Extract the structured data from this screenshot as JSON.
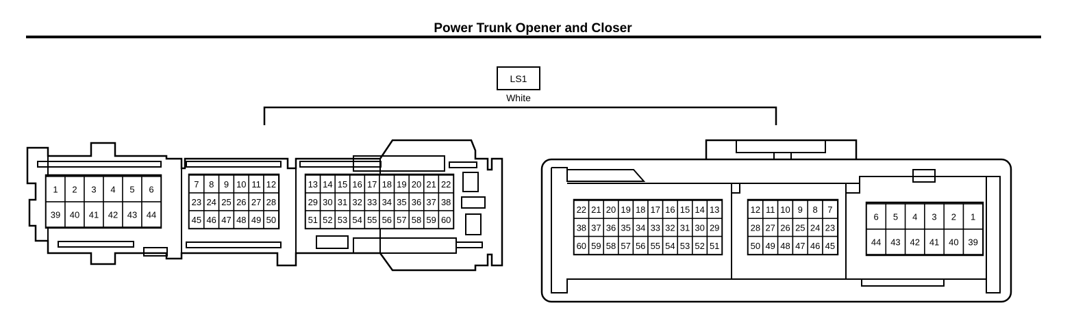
{
  "title": "Power Trunk Opener and Closer",
  "connector": {
    "code": "LS1",
    "color_label": "White"
  },
  "male_view": {
    "block_a": [
      [
        "1",
        "2",
        "3",
        "4",
        "5",
        "6"
      ],
      [
        "39",
        "40",
        "41",
        "42",
        "43",
        "44"
      ]
    ],
    "block_b": [
      [
        "7",
        "8",
        "9",
        "10",
        "11",
        "12"
      ],
      [
        "23",
        "24",
        "25",
        "26",
        "27",
        "28"
      ],
      [
        "45",
        "46",
        "47",
        "48",
        "49",
        "50"
      ]
    ],
    "block_c": [
      [
        "13",
        "14",
        "15",
        "16",
        "17",
        "18",
        "19",
        "20",
        "21",
        "22"
      ],
      [
        "29",
        "30",
        "31",
        "32",
        "33",
        "34",
        "35",
        "36",
        "37",
        "38"
      ],
      [
        "51",
        "52",
        "53",
        "54",
        "55",
        "56",
        "57",
        "58",
        "59",
        "60"
      ]
    ]
  },
  "female_view": {
    "block_a": [
      [
        "22",
        "21",
        "20",
        "19",
        "18",
        "17",
        "16",
        "15",
        "14",
        "13"
      ],
      [
        "38",
        "37",
        "36",
        "35",
        "34",
        "33",
        "32",
        "31",
        "30",
        "29"
      ],
      [
        "60",
        "59",
        "58",
        "57",
        "56",
        "55",
        "54",
        "53",
        "52",
        "51"
      ]
    ],
    "block_b": [
      [
        "12",
        "11",
        "10",
        "9",
        "8",
        "7"
      ],
      [
        "28",
        "27",
        "26",
        "25",
        "24",
        "23"
      ],
      [
        "50",
        "49",
        "48",
        "47",
        "46",
        "45"
      ]
    ],
    "block_c": [
      [
        "6",
        "5",
        "4",
        "3",
        "2",
        "1"
      ],
      [
        "44",
        "43",
        "42",
        "41",
        "40",
        "39"
      ]
    ]
  }
}
